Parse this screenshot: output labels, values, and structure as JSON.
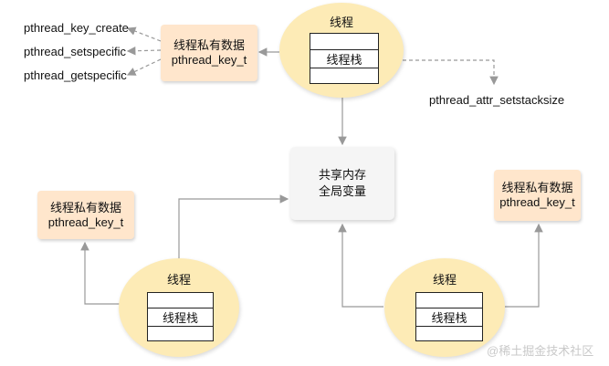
{
  "api_labels": {
    "key_create": "pthread_key_create",
    "setspecific": "pthread_setspecific",
    "getspecific": "pthread_getspecific",
    "attr_setstacksize": "pthread_attr_setstacksize"
  },
  "private_data": {
    "line1": "线程私有数据",
    "line2": "pthread_key_t"
  },
  "thread": {
    "title": "线程",
    "stack_label": "线程栈"
  },
  "shared_memory": {
    "line1": "共享内存",
    "line2": "全局变量"
  },
  "watermark": "@稀土掘金技术社区",
  "colors": {
    "private_box": "#ffe6cc",
    "thread_ellipse": "#fdebb6",
    "shared_box": "#f5f5f5",
    "connector": "#999999"
  }
}
